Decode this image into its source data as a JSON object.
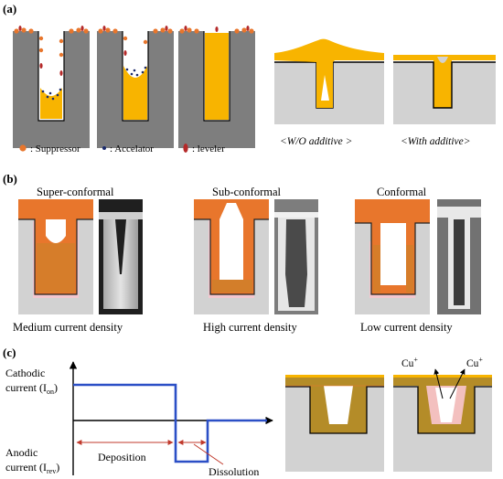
{
  "panels": {
    "a": {
      "label": "(a)",
      "legend": {
        "suppressor": ": Suppressor",
        "accelerator": ": Accelator",
        "leveler": ": leveler"
      },
      "captions": [
        "<W/O additive >",
        "<With additive>"
      ]
    },
    "b": {
      "label": "(b)",
      "titles": [
        "Super-conformal",
        "Sub-conformal",
        "Conformal"
      ],
      "captions": [
        "Medium current density",
        "High current density",
        "Low current density"
      ]
    },
    "c": {
      "label": "(c)",
      "y_top_line1": "Cathodic",
      "y_top_line2_prefix": "current (I",
      "y_top_sub": "on",
      "y_bottom_line1": "Anodic",
      "y_bottom_line2_prefix": "current (I",
      "y_bottom_sub": "rev",
      "paren_close": ")",
      "deposition": "Deposition",
      "dissolution": "Dissolution",
      "cu_ion": "Cu",
      "cu_charge": "+"
    }
  },
  "colors": {
    "copper": "#F8B400",
    "seed": "#E8762C",
    "substrate": "#D2D2D2",
    "gray_block": "#7E7E7E",
    "pulse": "#2B4FC6",
    "olive": "#B48C28",
    "arrow": "#C0392B"
  }
}
